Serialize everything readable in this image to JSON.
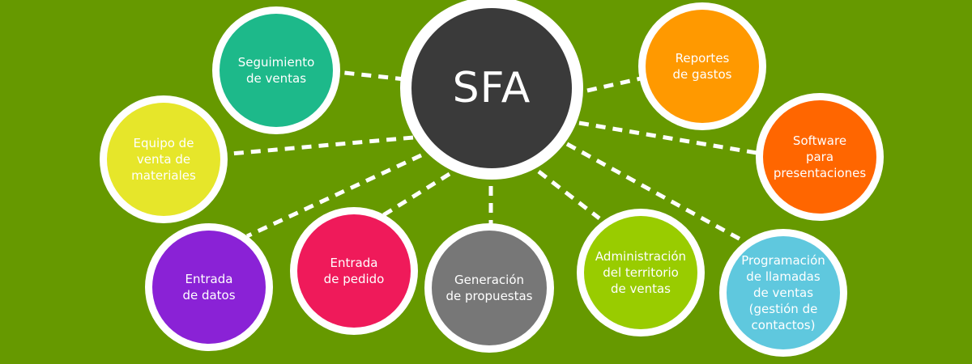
{
  "center": {
    "label": "SFA",
    "color": "#3a3a3a"
  },
  "nodes": {
    "seguimiento": {
      "label": "Seguimiento\nde ventas",
      "color": "#1db98a"
    },
    "equipo": {
      "label": "Equipo de\nventa de\nmateriales",
      "color": "#e6e62a"
    },
    "entrada_datos": {
      "label": "Entrada\nde datos",
      "color": "#8a22d6"
    },
    "entrada_pedido": {
      "label": "Entrada\nde pedido",
      "color": "#ef1a5a"
    },
    "generacion": {
      "label": "Generación\nde propuestas",
      "color": "#777777"
    },
    "administracion": {
      "label": "Administración\ndel territorio\nde ventas",
      "color": "#99cc00"
    },
    "programacion": {
      "label": "Programación\nde llamadas\nde ventas\n(gestión de\ncontactos)",
      "color": "#5fc8de"
    },
    "software": {
      "label": "Software\npara\npresentaciones",
      "color": "#ff6600"
    },
    "reportes": {
      "label": "Reportes\nde gastos",
      "color": "#ff9900"
    }
  },
  "colors": {
    "background": "#669900",
    "connector": "#ffffff",
    "ring": "#ffffff"
  }
}
